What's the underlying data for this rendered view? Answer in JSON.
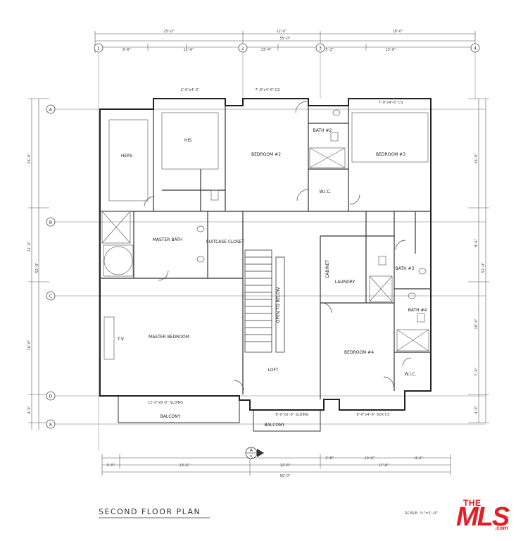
{
  "drawing": {
    "title": "SECOND FLOOR PLAN",
    "scale": "SCALE: ¼\"=1'-0\""
  },
  "rooms": {
    "hers": "HERS",
    "his": "HIS",
    "bedroom2": "BEDROOM #2",
    "bath2": "BATH #2",
    "bedroom3": "BEDROOM #3",
    "wic_upper": "W.I.C.",
    "master_bath": "MASTER BATH",
    "suitcase_closet": "SUITCASE CLOSET",
    "cabinet": "CABINET",
    "laundry": "LAUNDRY",
    "bath3": "BATH #3",
    "bath4": "BATH #4",
    "master_bedroom": "MASTER BEDROOM",
    "open_to_below": "OPEN TO BELOW",
    "bedroom4": "BEDROOM #4",
    "wic_lower": "W.I.C.",
    "loft": "LOFT",
    "balcony_left": "BALCONY",
    "balcony_center": "BALCONY",
    "tv": "T.V."
  },
  "grid_columns": [
    "1",
    "2",
    "3",
    "4"
  ],
  "grid_rows": [
    "A",
    "B",
    "C",
    "D",
    "E"
  ],
  "section_marker": {
    "letter": "A",
    "number": "5"
  },
  "dimensions_top": {
    "overall": "55'-0\"",
    "segments": [
      "25'-0\"",
      "12'-0\"",
      "18'-0\""
    ],
    "sub": [
      "8'-6\"",
      "11'-6\"",
      "13'-4\"",
      "5'-2\"",
      "13'-6\""
    ]
  },
  "dimensions_bottom": {
    "overall": "50'-0\"",
    "segments": [
      "3'-0\"",
      "19'-6\"",
      "12'-6\"",
      "17'-8\""
    ],
    "sub": [
      "2'-8\"",
      "10'-6\"",
      "4'-6\""
    ]
  },
  "dimensions_left": {
    "overall": "52'-0\"",
    "segments": [
      "16'-0\"",
      "11'-4\"",
      "16'-8\"",
      "4'-0\""
    ]
  },
  "dimensions_right": {
    "overall": "52'-0\"",
    "segments": [
      "16'-0\"",
      "8'-6\"",
      "10'-4\"",
      "7'-0\"",
      "4'-0\""
    ]
  },
  "window_tags": {
    "w1": "2'-0\"x4'-0\"",
    "w2": "7'-0\"x4'-6\" CS",
    "w3": "7'-0\"x4'-6\" CS",
    "w4": "12'-0\"x8'-0\" SLDING",
    "w5": "8'-0\"x6'-8\" SLDING",
    "w6": "8'-0\"x4'-6\" SDX CS"
  },
  "brand": {
    "the": "THE",
    "mls": "MLS",
    "com": ".com"
  }
}
